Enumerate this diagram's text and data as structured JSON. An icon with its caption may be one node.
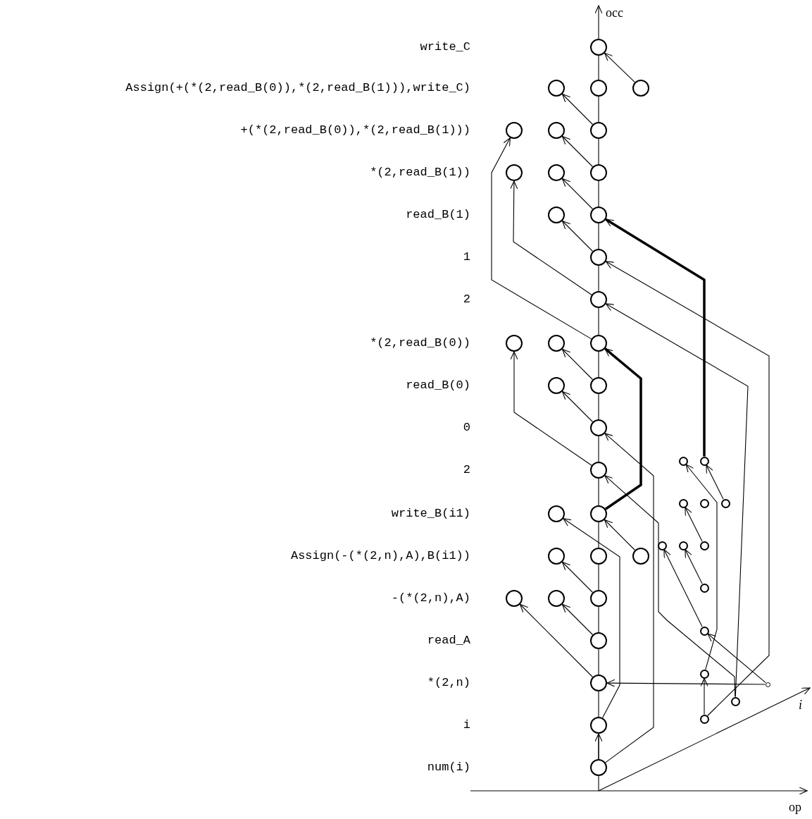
{
  "diagram": {
    "nodes": [
      {
        "text": [],
        "shape": "circle"
      },
      {
        "text": [],
        "shape": "circle"
      },
      {
        "text": [],
        "shape": "circle"
      },
      {
        "text": [],
        "shape": "circle"
      },
      {
        "text": [],
        "shape": "circle"
      },
      {
        "text": [],
        "shape": "circle"
      },
      {
        "text": [],
        "shape": "circle"
      },
      {
        "text": [],
        "shape": "circle"
      },
      {
        "text": [],
        "shape": "circle"
      },
      {
        "text": [],
        "shape": "circle"
      },
      {
        "text": [],
        "shape": "circle"
      },
      {
        "text": [],
        "shape": "circle"
      },
      {
        "text": [],
        "shape": "circle"
      },
      {
        "text": [],
        "shape": "circle"
      },
      {
        "text": [],
        "shape": "circle"
      },
      {
        "text": [],
        "shape": "circle"
      },
      {
        "text": [],
        "shape": "circle"
      },
      {
        "text": [],
        "shape": "circle"
      },
      {
        "text": [],
        "shape": "circle"
      },
      {
        "text": [],
        "shape": "circle"
      },
      {
        "text": [],
        "shape": "circle"
      },
      {
        "text": [],
        "shape": "circle"
      },
      {
        "text": [],
        "shape": "circle"
      },
      {
        "text": [],
        "shape": "circle"
      },
      {
        "text": [],
        "shape": "circle"
      },
      {
        "text": [],
        "shape": "circle"
      },
      {
        "text": [],
        "shape": "circle"
      },
      {
        "text": [],
        "shape": "circle"
      },
      {
        "text": [],
        "shape": "circle"
      },
      {
        "text": [],
        "shape": "circle"
      },
      {
        "text": [],
        "shape": "circle"
      },
      {
        "text": [],
        "shape": "circle"
      },
      {
        "text": [],
        "shape": "circle"
      },
      {
        "text": [],
        "shape": "circle"
      },
      {
        "text": [],
        "shape": "circle"
      },
      {
        "text": [],
        "shape": "circle"
      },
      {
        "text": [],
        "shape": "circle"
      },
      {
        "text": [],
        "shape": "circle"
      },
      {
        "text": [],
        "shape": "circle"
      },
      {
        "text": [],
        "shape": "circle"
      },
      {
        "text": [],
        "shape": "circle"
      },
      {
        "text": [],
        "shape": "circle"
      },
      {
        "text": [],
        "shape": "circle"
      },
      {
        "text": [],
        "shape": "circle"
      },
      {
        "text": [],
        "shape": "circle"
      },
      {
        "text": [],
        "shape": "circle"
      },
      {
        "text": [],
        "shape": "circle"
      }
    ],
    "edges": [
      {
        "from": 3,
        "to": 0,
        "arrow": "to"
      },
      {
        "from": 6,
        "to": 1,
        "arrow": "to"
      },
      {
        "from": 9,
        "to": 5,
        "arrow": "to"
      },
      {
        "from": 11,
        "to": 8,
        "arrow": "to"
      },
      {
        "from": 12,
        "to": 10,
        "arrow": "to"
      },
      {
        "from": 13,
        "to": 7,
        "arrow": "to"
      },
      {
        "from": 16,
        "to": 4,
        "arrow": "to"
      },
      {
        "from": 18,
        "to": 15,
        "arrow": "to"
      },
      {
        "from": 19,
        "to": 17,
        "arrow": "to"
      },
      {
        "from": 22,
        "to": 14,
        "arrow": "to"
      },
      {
        "from": 21,
        "to": 11,
        "arrow": "to",
        "style": "thick"
      },
      {
        "from": 24,
        "to": 16,
        "arrow": "to",
        "style": "thick"
      },
      {
        "from": 44,
        "to": 12,
        "arrow": "to"
      },
      {
        "from": 43,
        "to": 13,
        "arrow": "to"
      },
      {
        "from": 46,
        "to": 19,
        "arrow": "to"
      },
      {
        "from": 43,
        "to": 22,
        "arrow": "to"
      },
      {
        "from": 42,
        "to": 41,
        "arrow": "to"
      },
      {
        "from": 42,
        "to": 38,
        "arrow": "to"
      },
      {
        "from": 45,
        "to": 23,
        "arrow": "to"
      },
      {
        "from": 33,
        "to": 24,
        "arrow": "to"
      },
      {
        "from": 37,
        "to": 31,
        "arrow": "to"
      },
      {
        "from": 39,
        "to": 36,
        "arrow": "to"
      },
      {
        "from": 41,
        "to": 35,
        "arrow": "to"
      },
      {
        "from": 46,
        "to": 45,
        "arrow": "to"
      },
      {
        "from": 27,
        "to": 21,
        "arrow": "to"
      },
      {
        "from": 30,
        "to": 25,
        "arrow": "to"
      },
      {
        "from": 34,
        "to": 29,
        "arrow": "to"
      },
      {
        "from": 38,
        "to": 28,
        "arrow": "to"
      },
      {
        "from": 40,
        "to": 20,
        "arrow": "to"
      },
      {
        "from": 44,
        "to": 40,
        "arrow": "to"
      }
    ],
    "labels": [
      "occ",
      "write_C",
      "Assign(+(*(2,read_B(0)),*(2,read_B(1))),write_C)",
      "+(*(2,read_B(0)),*(2,read_B(1)))",
      "*(2,read_B(1))",
      "read_B(1)",
      "1",
      "2",
      "*(2,read_B(0))",
      "read_B(0)",
      "0",
      "2",
      "write_B(i1)",
      "Assign(-(*(2,n),A),B(i1))",
      "-(*(2,n),A)",
      "read_A",
      "*(2,n)",
      "i",
      "num(i)",
      "i",
      "op"
    ]
  }
}
